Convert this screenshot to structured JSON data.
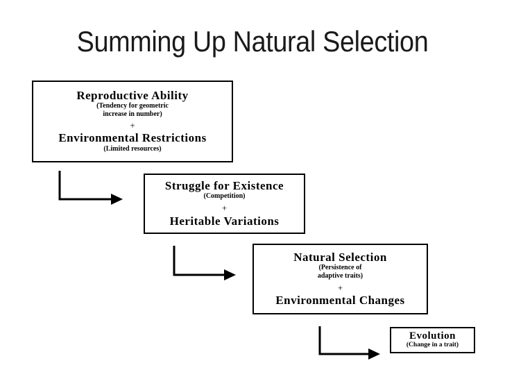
{
  "slide": {
    "title": "Summing Up Natural Selection",
    "background_color": "#ffffff",
    "text_color": "#000000",
    "title_color": "#1a1a1a"
  },
  "diagram": {
    "type": "flowchart",
    "orientation": "cascading-down-right",
    "boxes": [
      {
        "id": "reproductive-environmental",
        "order": 1,
        "heading_1": "Reproductive Ability",
        "subtitle_1_line_1": "(Tendency for geometric",
        "subtitle_1_line_2": "increase in number)",
        "operator": "+",
        "heading_2": "Environmental Restrictions",
        "subtitle_2_line_1": "(Limited resources)"
      },
      {
        "id": "struggle-heritable",
        "order": 2,
        "heading_1": "Struggle for Existence",
        "subtitle_1_line_1": "(Competition)",
        "operator": "+",
        "heading_2": "Heritable Variations",
        "subtitle_2_line_1": ""
      },
      {
        "id": "natural-environmental",
        "order": 3,
        "heading_1": "Natural Selection",
        "subtitle_1_line_1": "(Persistence of",
        "subtitle_1_line_2": "adaptive traits)",
        "operator": "+",
        "heading_2": "Environmental Changes",
        "subtitle_2_line_1": ""
      },
      {
        "id": "evolution",
        "order": 4,
        "heading_1": "Evolution",
        "subtitle_1_line_1": "(Change in a trait)",
        "operator": "",
        "heading_2": "",
        "subtitle_2_line_1": ""
      }
    ],
    "connectors": [
      {
        "id": "connector-1",
        "from": "reproductive-environmental",
        "to": "struggle-heritable",
        "shape": "elbow-down-right",
        "color": "#000000"
      },
      {
        "id": "connector-2",
        "from": "struggle-heritable",
        "to": "natural-environmental",
        "shape": "elbow-down-right",
        "color": "#000000"
      },
      {
        "id": "connector-3",
        "from": "natural-environmental",
        "to": "evolution",
        "shape": "elbow-down-right",
        "color": "#000000"
      }
    ]
  }
}
